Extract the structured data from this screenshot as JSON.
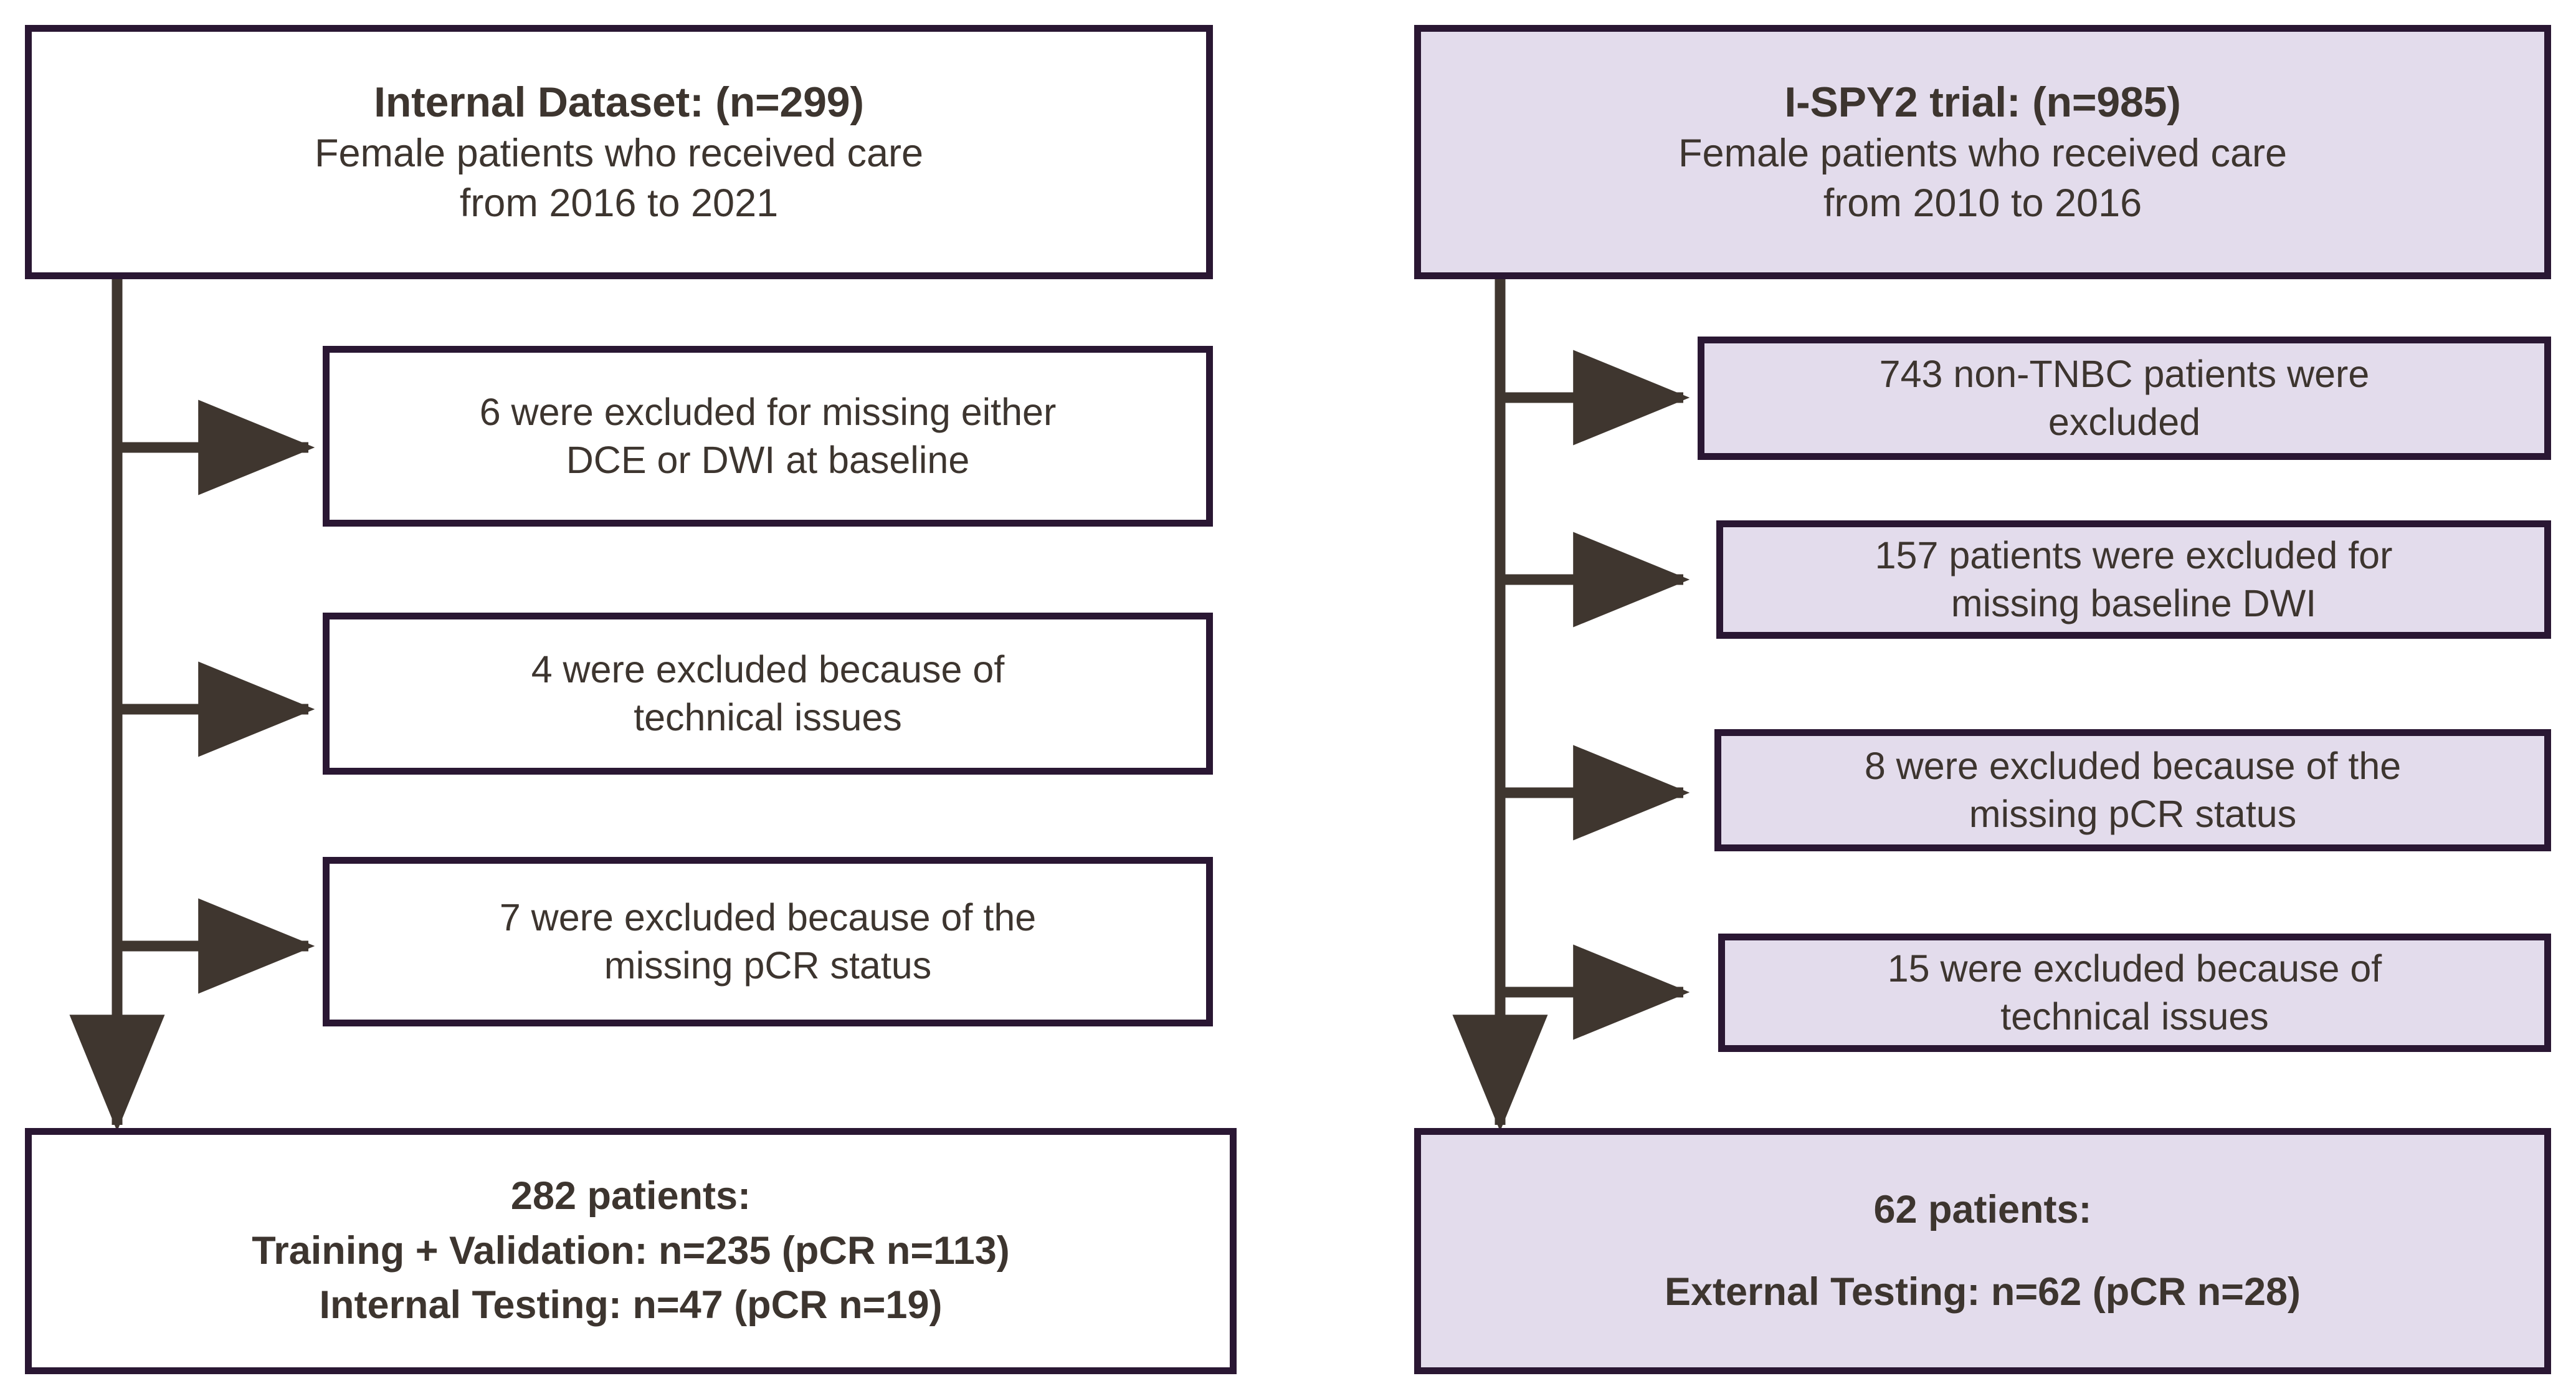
{
  "colors": {
    "box_border": "#2a1733",
    "left_fill": "#ffffff",
    "right_fill": "#e3dcec",
    "text": "#3d352f",
    "arrow": "#3f362f",
    "page_background": "#ffffff"
  },
  "left_column": {
    "header": {
      "title": "Internal Dataset: (n=299)",
      "line2": "Female patients who received care",
      "line3": "from 2016 to 2021"
    },
    "exclusions": [
      {
        "line1": "6 were excluded for missing either",
        "line2": "DCE or DWI at baseline"
      },
      {
        "line1": "4 were excluded because of",
        "line2": "technical issues"
      },
      {
        "line1": "7 were excluded because of the",
        "line2": "missing pCR status"
      }
    ],
    "result": {
      "line1": "282 patients:",
      "line2": "Training + Validation: n=235 (pCR n=113)",
      "line3": "Internal Testing: n=47 (pCR n=19)"
    }
  },
  "right_column": {
    "header": {
      "title": "I-SPY2 trial: (n=985)",
      "line2": "Female patients who received care",
      "line3": "from 2010 to 2016"
    },
    "exclusions": [
      {
        "line1": "743 non-TNBC patients were",
        "line2": "excluded"
      },
      {
        "line1": "157 patients were excluded for",
        "line2": "missing baseline DWI"
      },
      {
        "line1": "8 were excluded because of the",
        "line2": "missing pCR status"
      },
      {
        "line1": "15 were excluded because of",
        "line2": "technical issues"
      }
    ],
    "result": {
      "line1": "62 patients:",
      "line2": "",
      "line3": "External Testing: n=62 (pCR n=28)"
    }
  },
  "chart_data": {
    "type": "table",
    "title": "Patient selection flow diagram (CONSORT-style)",
    "cohorts": [
      {
        "name": "Internal Dataset",
        "enrolled": 299,
        "period": "2016 to 2021",
        "population": "Female patients who received care",
        "exclusions": [
          {
            "n": 6,
            "reason": "missing either DCE or DWI at baseline"
          },
          {
            "n": 4,
            "reason": "technical issues"
          },
          {
            "n": 7,
            "reason": "missing pCR status"
          }
        ],
        "final_n": 282,
        "splits": [
          {
            "name": "Training + Validation",
            "n": 235,
            "pCR": 113
          },
          {
            "name": "Internal Testing",
            "n": 47,
            "pCR": 19
          }
        ]
      },
      {
        "name": "I-SPY2 trial",
        "enrolled": 985,
        "period": "2010 to 2016",
        "population": "Female patients who received care",
        "exclusions": [
          {
            "n": 743,
            "reason": "non-TNBC patients were excluded"
          },
          {
            "n": 157,
            "reason": "missing baseline DWI"
          },
          {
            "n": 8,
            "reason": "missing pCR status"
          },
          {
            "n": 15,
            "reason": "technical issues"
          }
        ],
        "final_n": 62,
        "splits": [
          {
            "name": "External Testing",
            "n": 62,
            "pCR": 28
          }
        ]
      }
    ]
  }
}
